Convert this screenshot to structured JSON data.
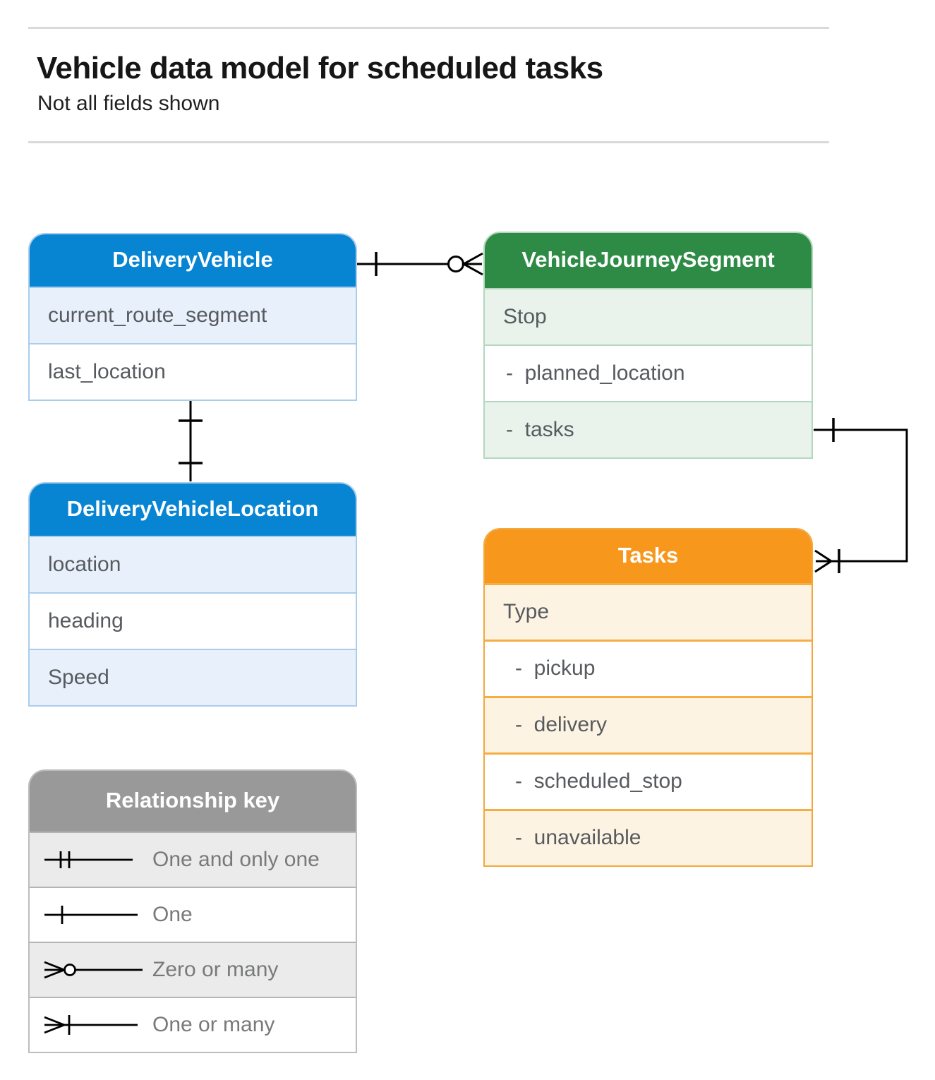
{
  "header": {
    "title": "Vehicle data model for scheduled tasks",
    "subtitle": "Not all fields shown"
  },
  "entities": {
    "delivery_vehicle": {
      "title": "DeliveryVehicle",
      "rows": [
        "current_route_segment",
        "last_location"
      ]
    },
    "vehicle_journey_segment": {
      "title": "VehicleJourneySegment",
      "rows": [
        "Stop",
        "-  planned_location",
        "-  tasks"
      ]
    },
    "delivery_vehicle_location": {
      "title": "DeliveryVehicleLocation",
      "rows": [
        "location",
        "heading",
        "Speed"
      ]
    },
    "tasks": {
      "title": "Tasks",
      "rows": [
        "Type",
        "-  pickup",
        "-  delivery",
        "-  scheduled_stop",
        "-  unavailable"
      ]
    }
  },
  "legend": {
    "title": "Relationship key",
    "items": [
      {
        "symbol": "one-and-only-one",
        "label": "One and only one"
      },
      {
        "symbol": "one",
        "label": "One"
      },
      {
        "symbol": "zero-or-many",
        "label": "Zero or many"
      },
      {
        "symbol": "one-or-many",
        "label": "One or many"
      }
    ]
  },
  "relationships": [
    {
      "from": "DeliveryVehicle",
      "to": "VehicleJourneySegment",
      "from_cardinality": "one",
      "to_cardinality": "zero-or-many"
    },
    {
      "from": "DeliveryVehicle.last_location",
      "to": "DeliveryVehicleLocation",
      "from_cardinality": "one",
      "to_cardinality": "one"
    },
    {
      "from": "VehicleJourneySegment.tasks",
      "to": "Tasks",
      "from_cardinality": "one",
      "to_cardinality": "one-or-many"
    }
  ],
  "colors": {
    "blue_header": "#0785d3",
    "blue_row": "#e8f1fb",
    "blue_border": "#aacdec",
    "green_header": "#2e8b46",
    "green_row": "#e9f3ec",
    "green_border": "#b4d7be",
    "orange_header": "#f7981d",
    "orange_row": "#fdf3e3",
    "orange_border": "#f3a73c",
    "gray_header": "#999999",
    "gray_row": "#ebebeb",
    "connector": "#000000",
    "field_text": "#575a5e"
  }
}
